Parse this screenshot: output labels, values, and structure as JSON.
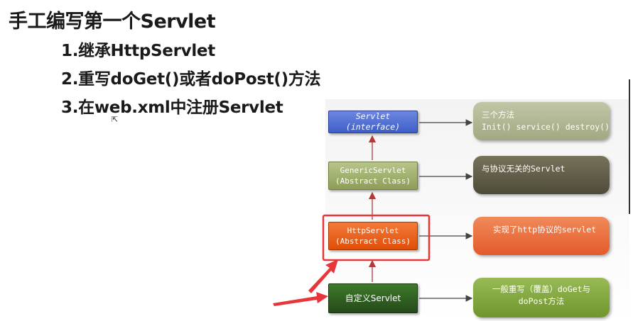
{
  "title": "手工编写第一个Servlet",
  "steps": [
    "1.继承HttpServlet",
    "2.重写doGet()或者doPost()方法",
    "3.在web.xml中注册Servlet"
  ],
  "diagram": {
    "nodes": {
      "servlet": "Servlet\n(interface)",
      "generic": "GenericServlet\n(Abstract  Class)",
      "http": "HttpServlet\n(Abstract  Class)",
      "custom": "自定义Servlet"
    },
    "descriptions": {
      "servlet": "三个方法\nInit() service() destroy()",
      "generic": "与协议无关的Servlet",
      "http": "实现了http协议的servlet",
      "custom": "一般重写（覆盖）doGet与\ndoPost方法"
    }
  },
  "colors": {
    "servlet_node": "#3f5fc8",
    "generic_node": "#9aab66",
    "http_node": "#e85a10",
    "custom_node": "#2f5d1e",
    "highlight": "#e8353a",
    "servlet_desc": "#a6ac86",
    "generic_desc": "#5e5a45",
    "http_desc": "#e8663a",
    "custom_desc": "#7ea33a"
  }
}
